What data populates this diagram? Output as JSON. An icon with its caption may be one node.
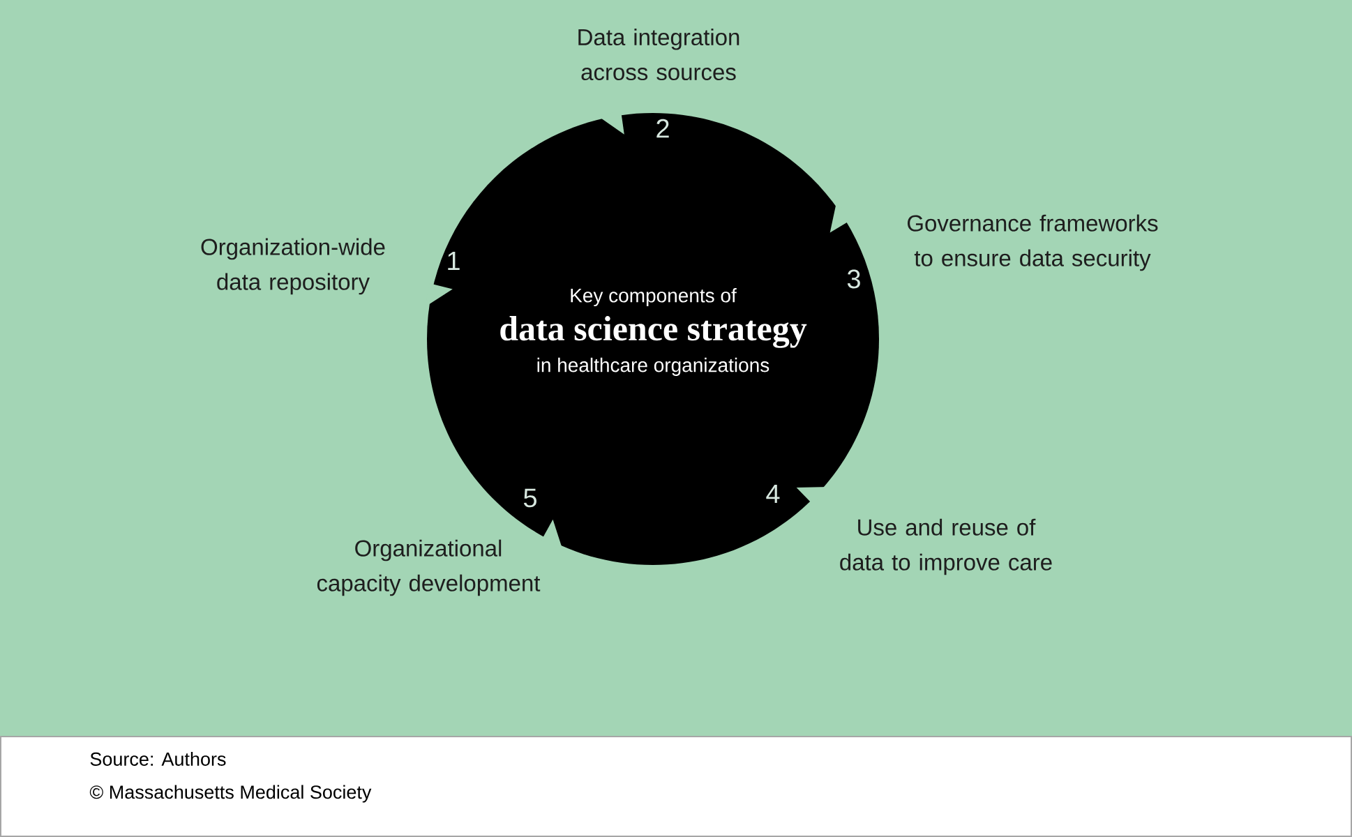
{
  "diagram": {
    "nodes": [
      {
        "text": [
          "Key components of",
          "data science strategy",
          "in healthcare organizations"
        ]
      }
    ],
    "labels": [
      "Data integration across sources",
      "Organization-wide data repository",
      "Governance frameworks to ensure data security",
      "1",
      "2",
      "3",
      "5",
      "4",
      "Organizational capacity development",
      "Use and reuse of data to improve care",
      "Source: Authors",
      "© Massachusetts Medical Society"
    ]
  }
}
